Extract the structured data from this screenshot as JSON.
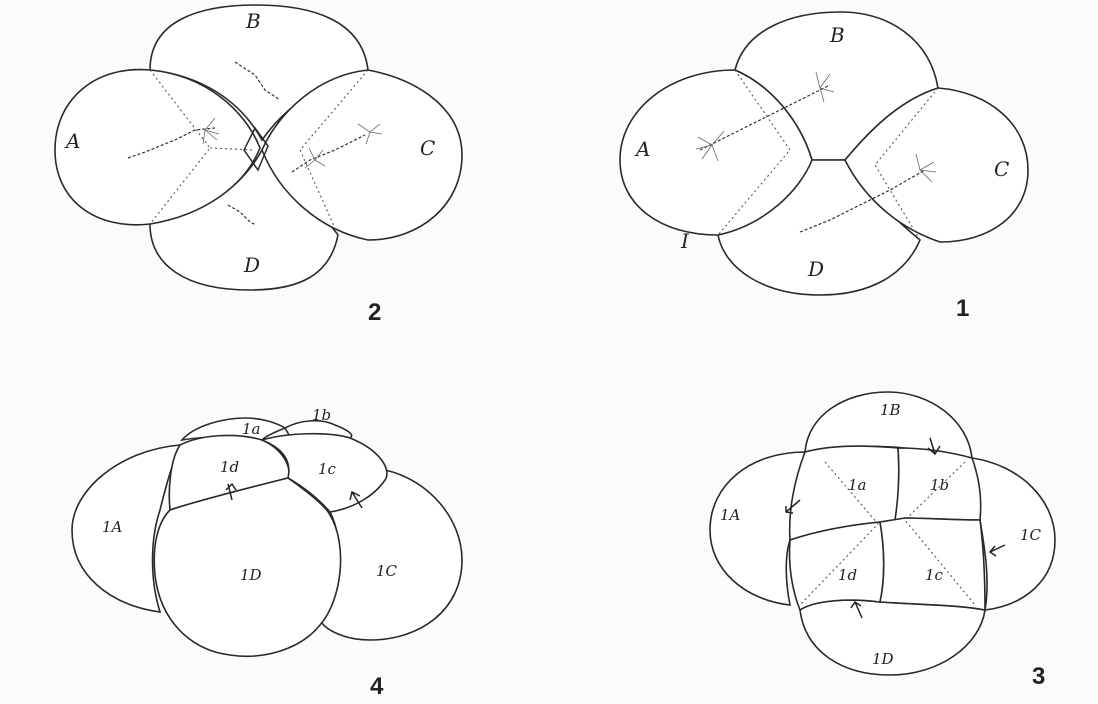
{
  "figures": {
    "fig1": {
      "number": "1",
      "cells": {
        "A": "A",
        "B": "B",
        "C": "C",
        "D": "D"
      },
      "extra_label": "I"
    },
    "fig2": {
      "number": "2",
      "cells": {
        "A": "A",
        "B": "B",
        "C": "C",
        "D": "D"
      }
    },
    "fig3": {
      "number": "3",
      "cells": {
        "A": "1A",
        "B": "1B",
        "C": "1C",
        "D": "1D",
        "a": "1a",
        "b": "1b",
        "c": "1c",
        "d": "1d"
      }
    },
    "fig4": {
      "number": "4",
      "cells": {
        "A": "1A",
        "C": "1C",
        "D": "1D",
        "a": "1a",
        "b": "1b",
        "c": "1c",
        "d": "1d"
      }
    }
  }
}
